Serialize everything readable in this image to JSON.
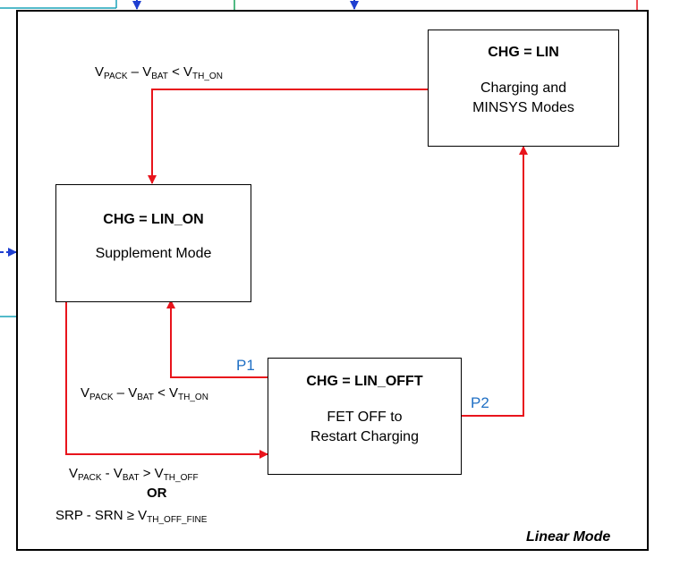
{
  "frame": {
    "mode_label": "Linear Mode"
  },
  "states": {
    "lin": {
      "title": "CHG = LIN",
      "line1": "Charging and",
      "line2": "MINSYS Modes"
    },
    "lin_on": {
      "title": "CHG = LIN_ON",
      "desc": "Supplement Mode"
    },
    "lin_offt": {
      "title": "CHG = LIN_OFFT",
      "line1": "FET OFF to",
      "line2": "Restart Charging"
    }
  },
  "ports": {
    "p1": "P1",
    "p2": "P2"
  },
  "conditions": {
    "top": {
      "v1": "V",
      "s1": "PACK",
      "op1": " – V",
      "s2": "BAT",
      "op2": " < V",
      "s3": "TH_ON"
    },
    "mid": {
      "v1": "V",
      "s1": "PACK",
      "op1": " – V",
      "s2": "BAT",
      "op2": " < V",
      "s3": "TH_ON"
    },
    "bottom": {
      "v1": "V",
      "s1": "PACK",
      "op1": " - V",
      "s2": "BAT",
      "op2": " > V",
      "s3": "TH_OFF",
      "or": "OR",
      "l3a": "SRP - SRN ≥ V",
      "l3s": "TH_OFF_FINE"
    }
  },
  "colors": {
    "arrow": "#e8141c",
    "port": "#1f6fc4",
    "frame": "#000000"
  }
}
